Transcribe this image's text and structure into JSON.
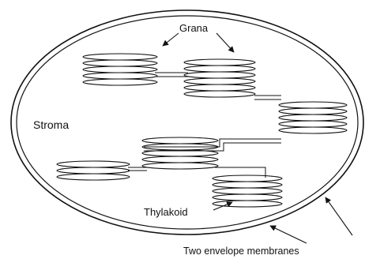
{
  "diagram": {
    "labels": {
      "grana": "Grana",
      "stroma": "Stroma",
      "thylakoid": "Thylakoid",
      "membranes": "Two envelope membranes"
    },
    "colors": {
      "ink": "#111111",
      "background": "#ffffff"
    }
  }
}
